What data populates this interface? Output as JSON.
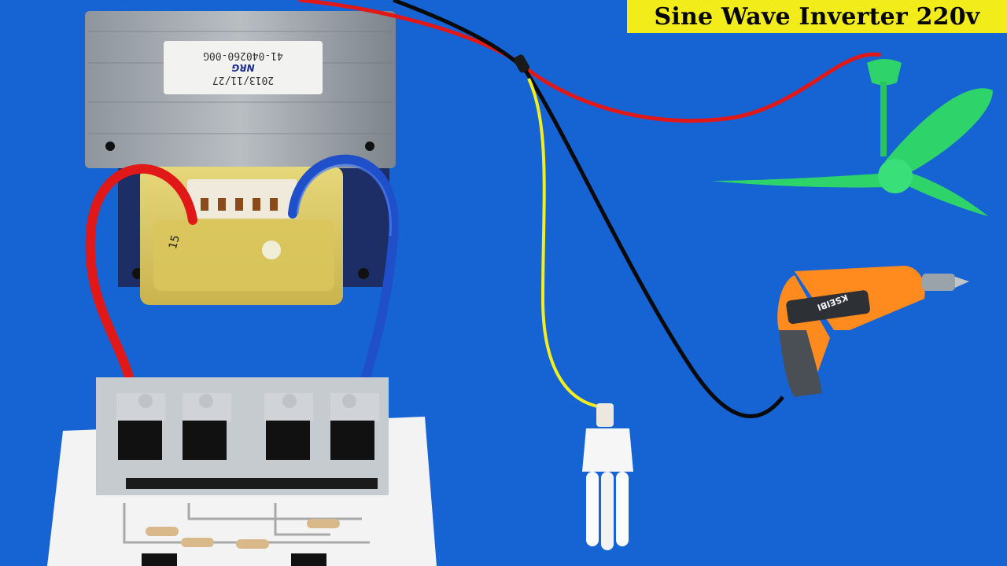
{
  "title": {
    "text": "Sine Wave Inverter 220v"
  },
  "transformer_label": {
    "date": "2013/11/27",
    "brand": "NRG",
    "part_number": "41-040260-00G"
  },
  "tape_number": "15",
  "drill_brand": "KSEIBI",
  "colors": {
    "background": "#1663d4",
    "banner": "#f2ec1a",
    "wire_red": "#e01818",
    "wire_black": "#0a0a0a",
    "wire_yellow": "#f5ee1c",
    "wire_blue": "#1f4fc9",
    "fan_green": "#2ed36a",
    "drill_orange": "#ff8a1e"
  }
}
